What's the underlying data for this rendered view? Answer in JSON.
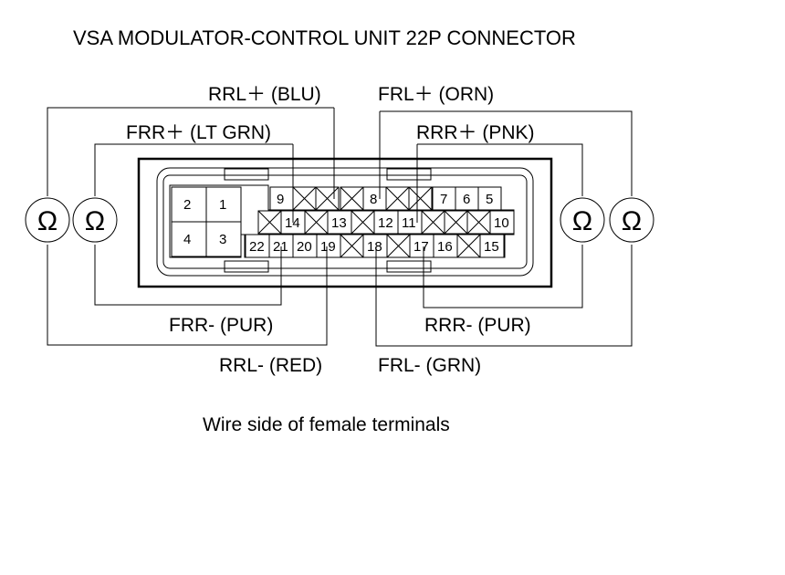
{
  "title": "VSA MODULATOR-CONTROL UNIT 22P CONNECTOR",
  "caption": "Wire side of female terminals",
  "ohm_symbol": "Ω",
  "wires": {
    "rrl_pos": "RRL＋ (BLU)",
    "frl_pos": "FRL＋ (ORN)",
    "frr_pos": "FRR＋ (LT GRN)",
    "rrr_pos": "RRR＋ (PNK)",
    "frr_neg": "FRR- (PUR)",
    "rrr_neg": "RRR- (PUR)",
    "rrl_neg": "RRL- (RED)",
    "frl_neg": "FRL- (GRN)"
  },
  "pins": {
    "p1": "1",
    "p2": "2",
    "p3": "3",
    "p4": "4",
    "p5": "5",
    "p6": "6",
    "p7": "7",
    "p8": "8",
    "p9": "9",
    "p10": "10",
    "p11": "11",
    "p12": "12",
    "p13": "13",
    "p14": "14",
    "p15": "15",
    "p16": "16",
    "p17": "17",
    "p18": "18",
    "p19": "19",
    "p20": "20",
    "p21": "21",
    "p22": "22"
  }
}
